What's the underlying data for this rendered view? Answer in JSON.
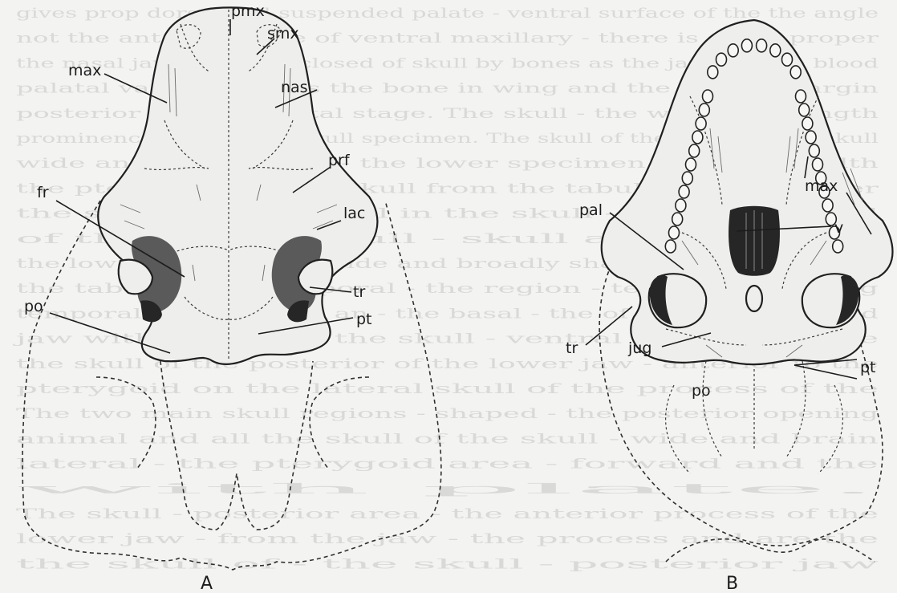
{
  "background_text": [
    "gives prop dorsal and suspended palate - ventral surface of the the angle",
    "not the anterior angle of ventral maxillary - there is slight proper",
    "the nasal jaw bone, the closed of skull by bones as the jaw and the blood",
    "palatal vacuities, does the bone in wing and the scuttle margin",
    "posterior to the parietal stage. The skull - the width and length",
    "prominence skull of the skull specimen. The skull of the unit and the skull",
    "wide and wide lateral - the lower specimen - tooth in width",
    "the pterygoid in - the skull from the tabular lower - other",
    "the skull is the - skull in the skull - end of the and",
    "of the in the skull - skull and the skull",
    "the lower jaw and the wide and broadly shaped - the very form",
    "the tabular and temporal - the region - temporal opening",
    "temporal fenestra and an - the basal - the of the posterior and",
    "jaw with the basal, the skull - ventral skull are of the",
    "the skull of the posterior of the lower jaw - anterior to the",
    "pterygoid on the lateral skull of the process of the",
    "The two main skull regions - shaped - the posterior opening",
    "animal and all the skull of the skull - wide and brain",
    "lateral - the pterygoid area - forward and the",
    "with plate.",
    "The skull - posterior area - the anterior process of the",
    "lower jaw - from the jaw - the process and are the",
    "the skull of - the skull - posterior jaw"
  ],
  "labels": {
    "pmx": "pmx",
    "smx": "smx",
    "max_a": "max",
    "nas": "nas",
    "prf": "prf",
    "lac": "lac",
    "fr": "fr",
    "po_a": "po",
    "tr_a": "tr",
    "pt_a": "pt",
    "max_b": "max",
    "pal": "pal",
    "v": "v",
    "tr_b": "tr",
    "jug": "jug",
    "po_b": "po",
    "pt_b": "pt"
  },
  "captions": {
    "a": "A",
    "b": "B"
  },
  "colors": {
    "ink": "#1c1c1c",
    "paper": "#f3f3f2",
    "shadow": "#5a5a5a"
  }
}
